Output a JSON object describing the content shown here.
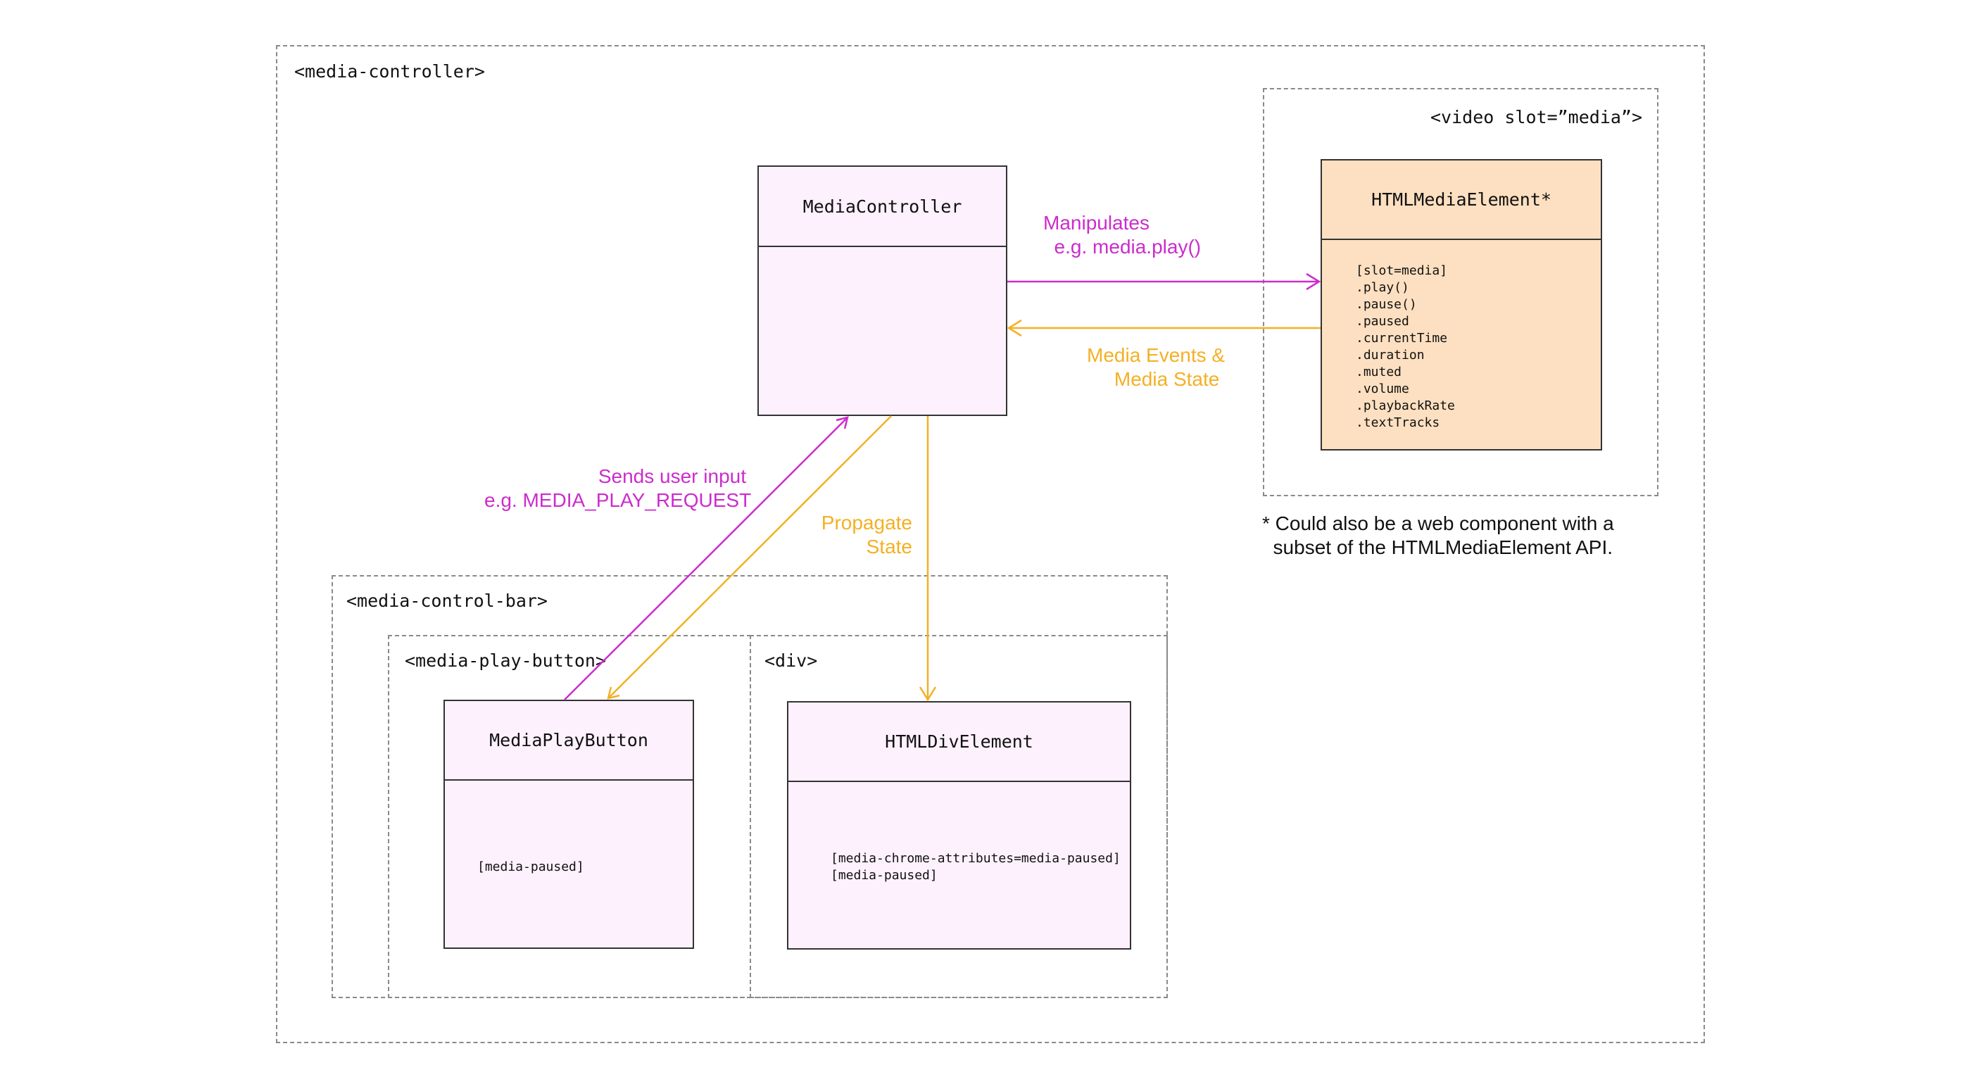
{
  "frames": {
    "media_controller": "<media-controller>",
    "video_slot": "<video slot=”media”>",
    "control_bar": "<media-control-bar>",
    "play_button": "<media-play-button>",
    "div": "<div>"
  },
  "boxes": {
    "media_controller": {
      "title": "MediaController",
      "body": ""
    },
    "html_media_element": {
      "title": "HTMLMediaElement*",
      "body": "[slot=media]\n.play()\n.pause()\n.paused\n.currentTime\n.duration\n.muted\n.volume\n.playbackRate\n.textTracks"
    },
    "media_play_button": {
      "title": "MediaPlayButton",
      "body": "[media-paused]"
    },
    "html_div_element": {
      "title": "HTMLDivElement",
      "body": "[media-chrome-attributes=media-paused]\n[media-paused]"
    }
  },
  "annotations": {
    "manipulates": "Manipulates\n  e.g. media.play()",
    "media_events": "Media Events &\n     Media State",
    "sends_input": "Sends user input\ne.g. MEDIA_PLAY_REQUEST",
    "propagate": "Propagate\nState"
  },
  "note": "* Could also be a web component with a\n  subset of the HTMLMediaElement API.",
  "colors": {
    "magenta": "#cc2ccc",
    "orange": "#f4b024",
    "pink_fill": "#fdf1fd",
    "peach_fill": "#fde0c1"
  }
}
